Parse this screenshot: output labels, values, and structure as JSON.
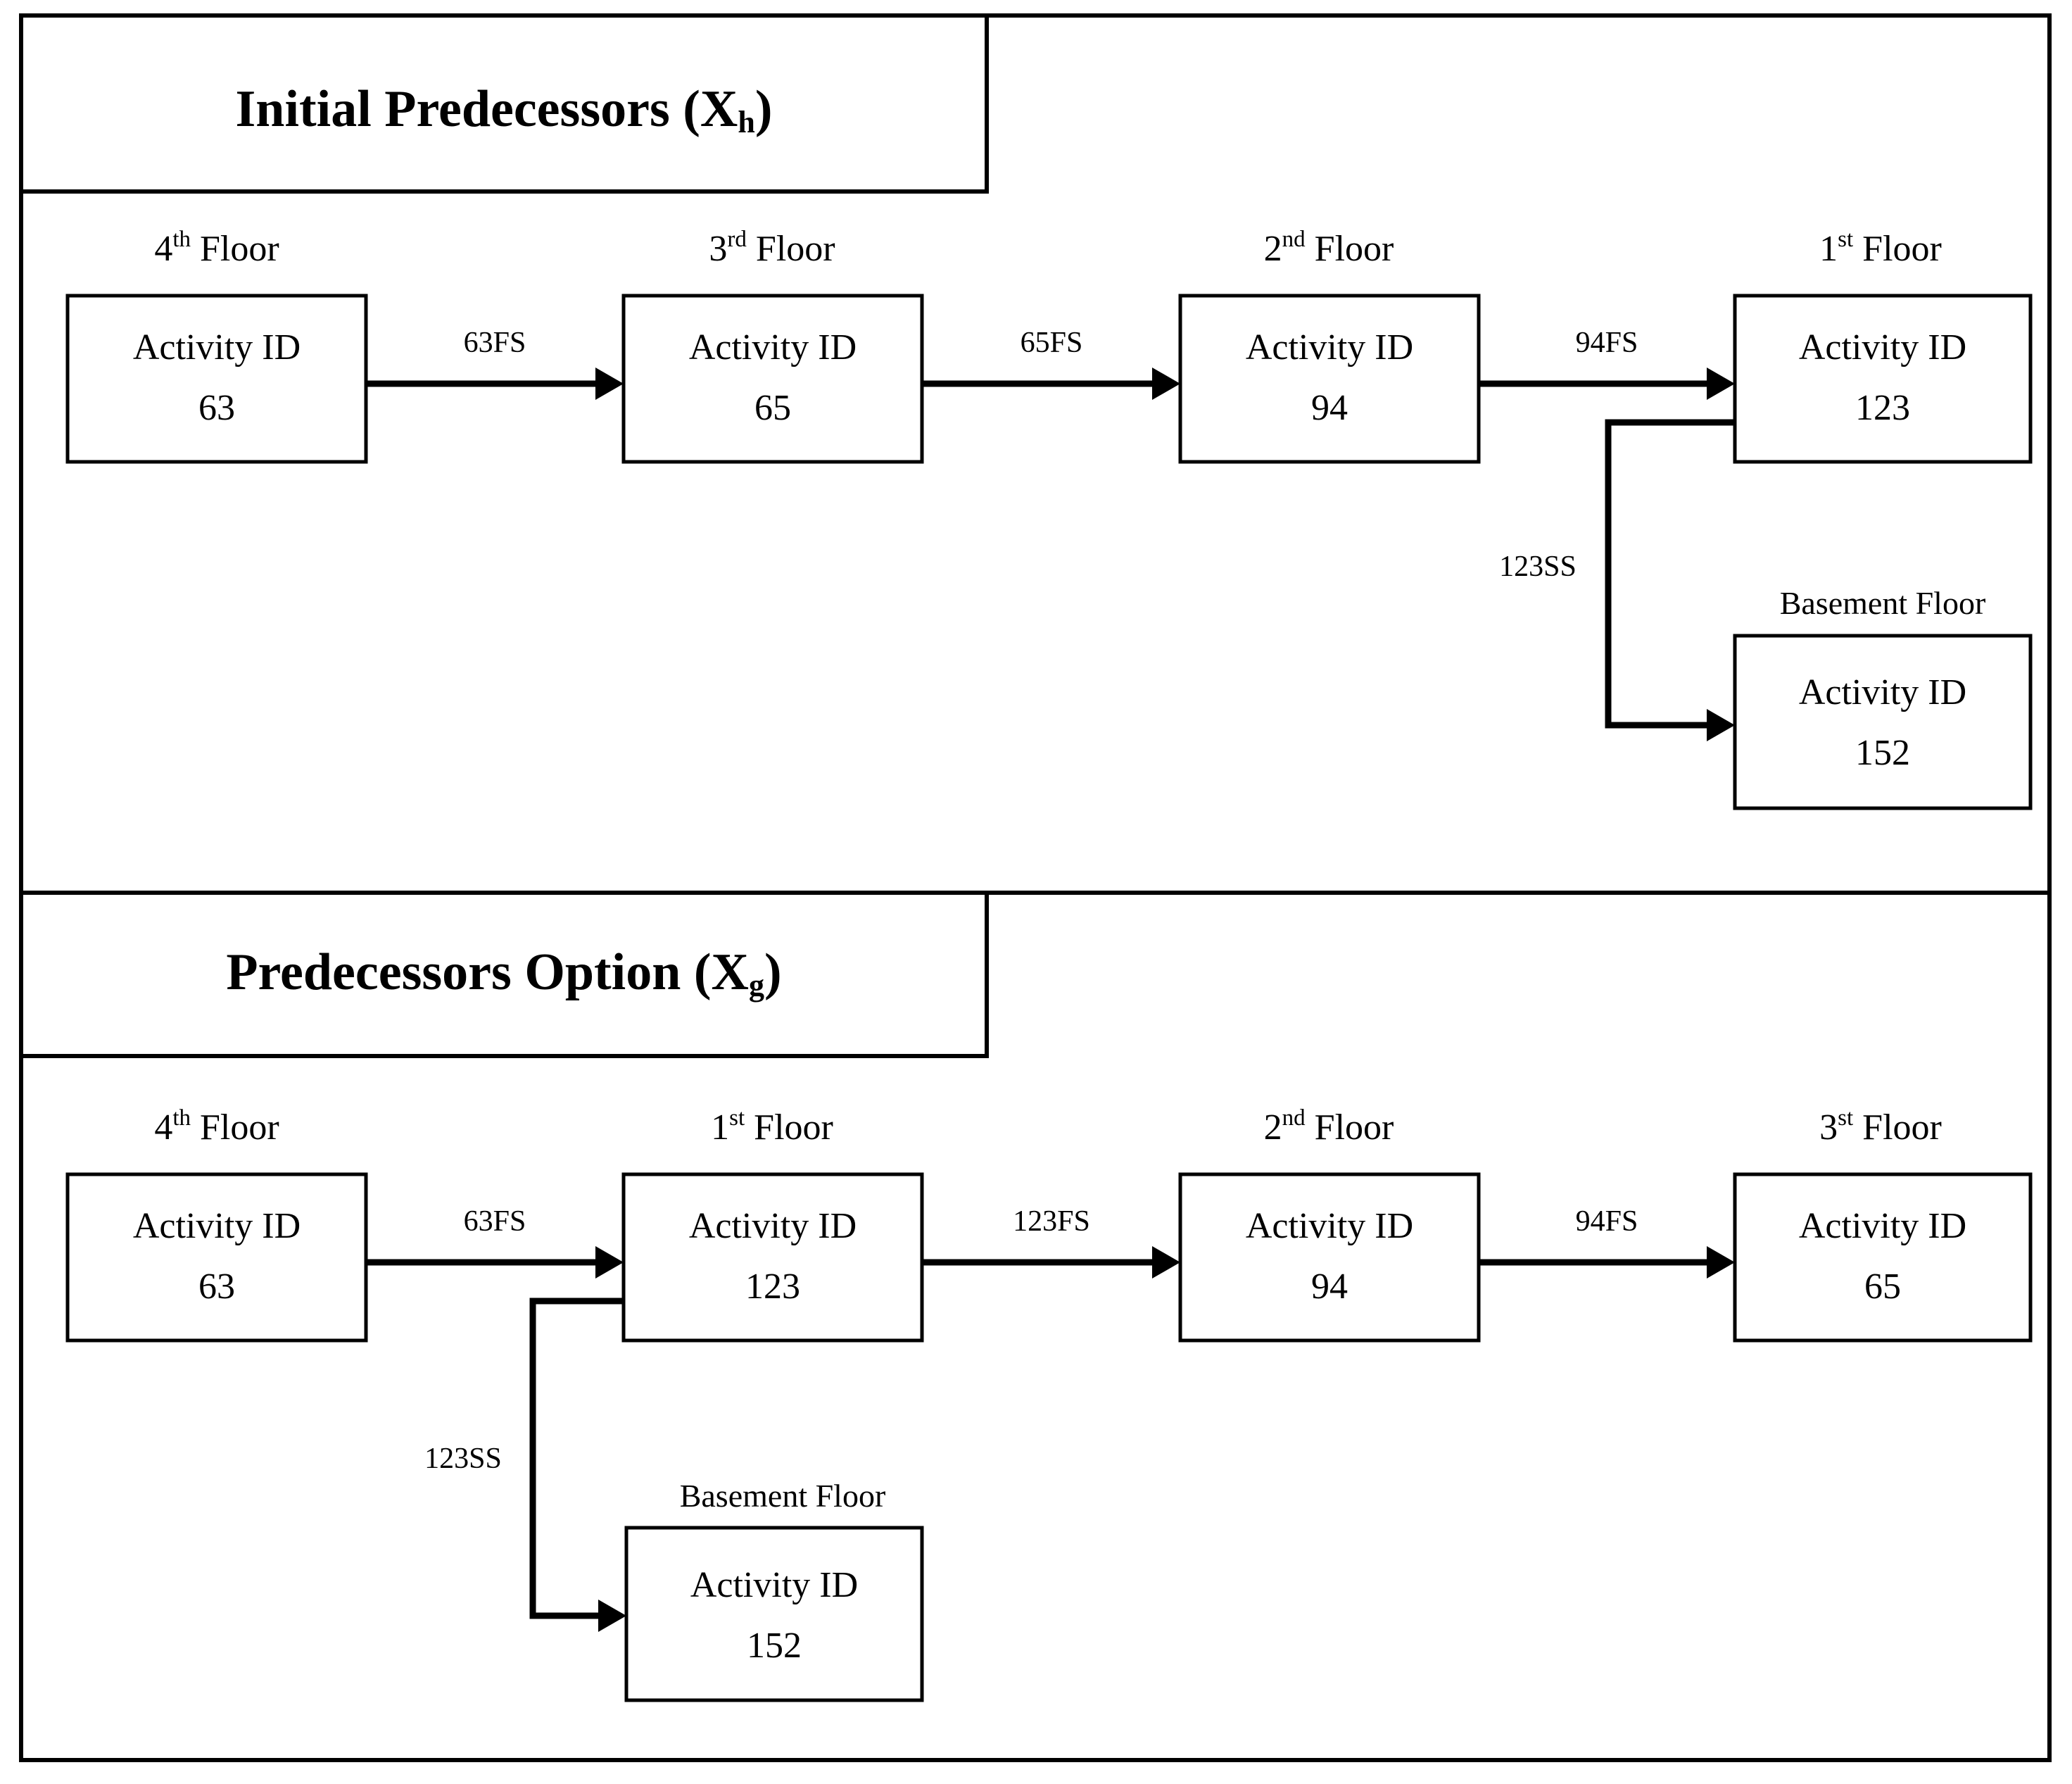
{
  "figure": {
    "sections": [
      {
        "id": "initial-predecessors",
        "title_main": "Initial Predecessors (X",
        "title_sub": "h",
        "title_close": ")",
        "nodes": [
          {
            "floor_num": "4",
            "floor_ord": "th",
            "floor_word": " Floor",
            "line1": "Activity ID",
            "line2": "63"
          },
          {
            "floor_num": "3",
            "floor_ord": "rd",
            "floor_word": " Floor",
            "line1": "Activity ID",
            "line2": "65"
          },
          {
            "floor_num": "2",
            "floor_ord": "nd",
            "floor_word": " Floor",
            "line1": "Activity ID",
            "line2": "94"
          },
          {
            "floor_num": "1",
            "floor_ord": "st",
            "floor_word": " Floor",
            "line1": "Activity ID",
            "line2": "123"
          }
        ],
        "basement": {
          "floor_label": "Basement Floor",
          "line1": "Activity ID",
          "line2": "152"
        },
        "edges": [
          {
            "label": "63FS"
          },
          {
            "label": "65FS"
          },
          {
            "label": "94FS"
          },
          {
            "label": "123SS"
          }
        ]
      },
      {
        "id": "predecessors-option",
        "title_main": "Predecessors Option (X",
        "title_sub": "g",
        "title_close": ")",
        "nodes": [
          {
            "floor_num": "4",
            "floor_ord": "th",
            "floor_word": " Floor",
            "line1": "Activity ID",
            "line2": "63"
          },
          {
            "floor_num": "1",
            "floor_ord": "st",
            "floor_word": " Floor",
            "line1": "Activity ID",
            "line2": "123"
          },
          {
            "floor_num": "2",
            "floor_ord": "nd",
            "floor_word": " Floor",
            "line1": "Activity ID",
            "line2": "94"
          },
          {
            "floor_num": "3",
            "floor_ord": "st",
            "floor_word": " Floor",
            "line1": "Activity ID",
            "line2": "65"
          }
        ],
        "basement": {
          "floor_label": "Basement Floor",
          "line1": "Activity ID",
          "line2": "152"
        },
        "edges": [
          {
            "label": "63FS"
          },
          {
            "label": "123FS"
          },
          {
            "label": "94FS"
          },
          {
            "label": "123SS"
          }
        ]
      }
    ],
    "colors": {
      "stroke": "#000000",
      "background": "#ffffff"
    }
  }
}
